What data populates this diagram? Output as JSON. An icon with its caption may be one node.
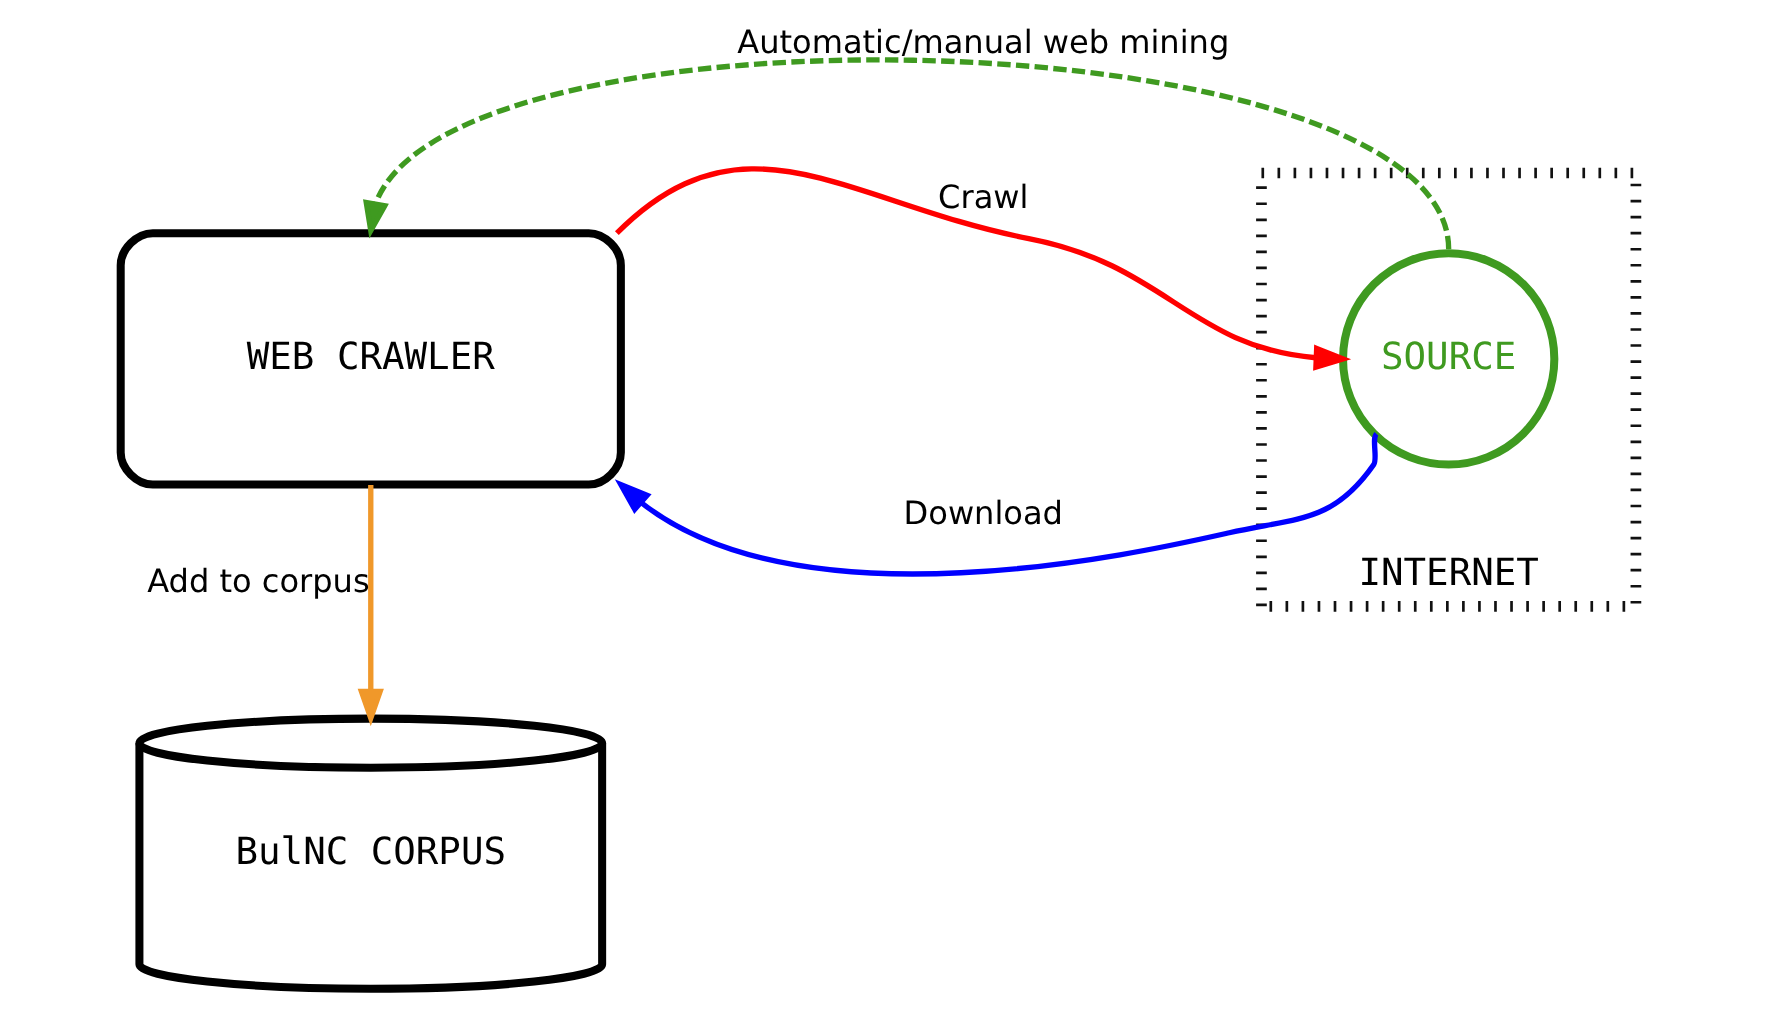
{
  "diagram": {
    "nodes": [
      {
        "text": [
          "WEB CRAWLER"
        ]
      },
      {
        "text": [
          "BulNC CORPUS"
        ]
      },
      {
        "text": [
          "INTERNET"
        ]
      },
      {
        "text": [
          "SOURCE"
        ],
        "in": 2
      }
    ],
    "edges": [
      {
        "from": 0,
        "to": 3,
        "arrow": "to",
        "label": "Crawl",
        "color": "#ff0000"
      },
      {
        "from": 3,
        "to": 0,
        "arrow": "to",
        "label": "Download",
        "color": "#0000ff"
      },
      {
        "from": 0,
        "to": 1,
        "arrow": "to",
        "label": "Add to corpus",
        "color": "#f0982a"
      },
      {
        "from": 3,
        "to": 0,
        "arrow": "to",
        "label": "Automatic/manual web mining",
        "style": "dashed",
        "color": "#3f9a20"
      }
    ]
  }
}
